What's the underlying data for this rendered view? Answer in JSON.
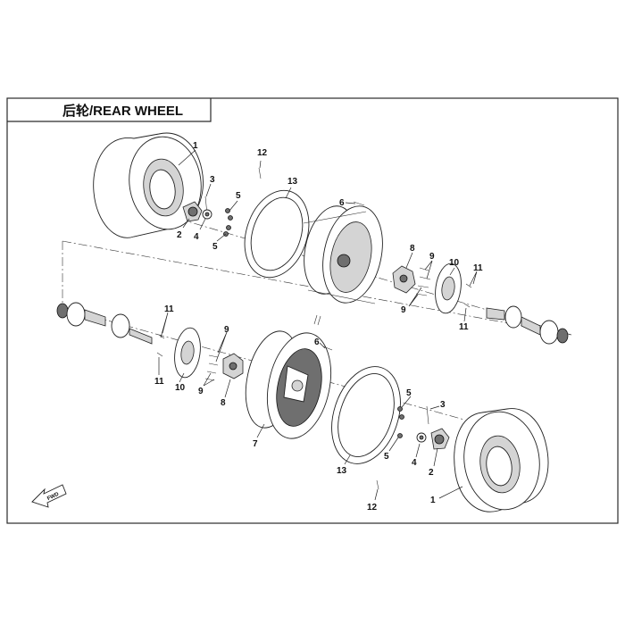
{
  "header": {
    "title": "后轮/REAR WHEEL"
  },
  "badge": {
    "fwd_label": "FWD"
  },
  "callouts": [
    "1",
    "2",
    "3",
    "4",
    "5",
    "6",
    "7",
    "8",
    "9",
    "10",
    "11",
    "12",
    "13"
  ]
}
